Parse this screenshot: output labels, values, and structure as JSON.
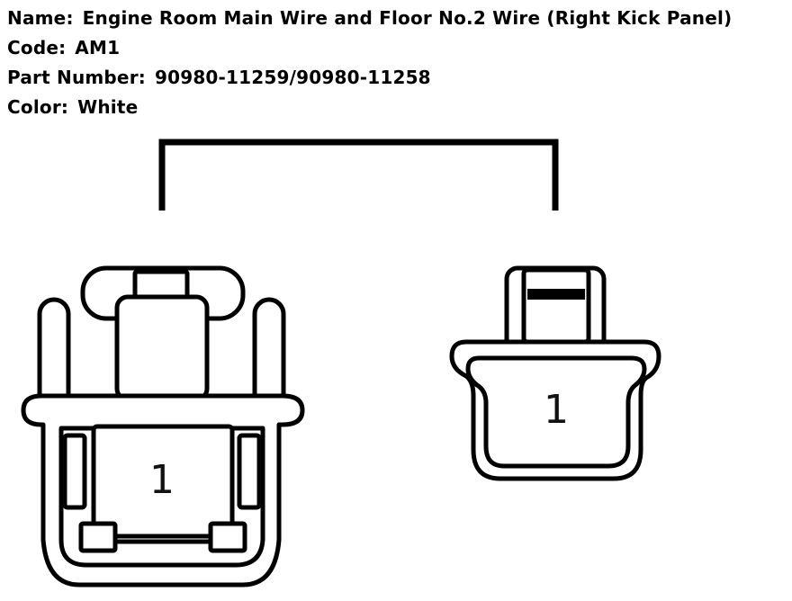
{
  "connector": {
    "name_label": "Name:",
    "name": "Engine Room Main Wire and Floor No.2 Wire (Right Kick Panel)",
    "code_label": "Code:",
    "code": "AM1",
    "part_number_label": "Part Number:",
    "part_number": "90980-11259/90980-11258",
    "color_label": "Color:",
    "color": "White"
  },
  "diagram": {
    "left_connector": {
      "pin": "1"
    },
    "right_connector": {
      "pin": "1"
    }
  }
}
